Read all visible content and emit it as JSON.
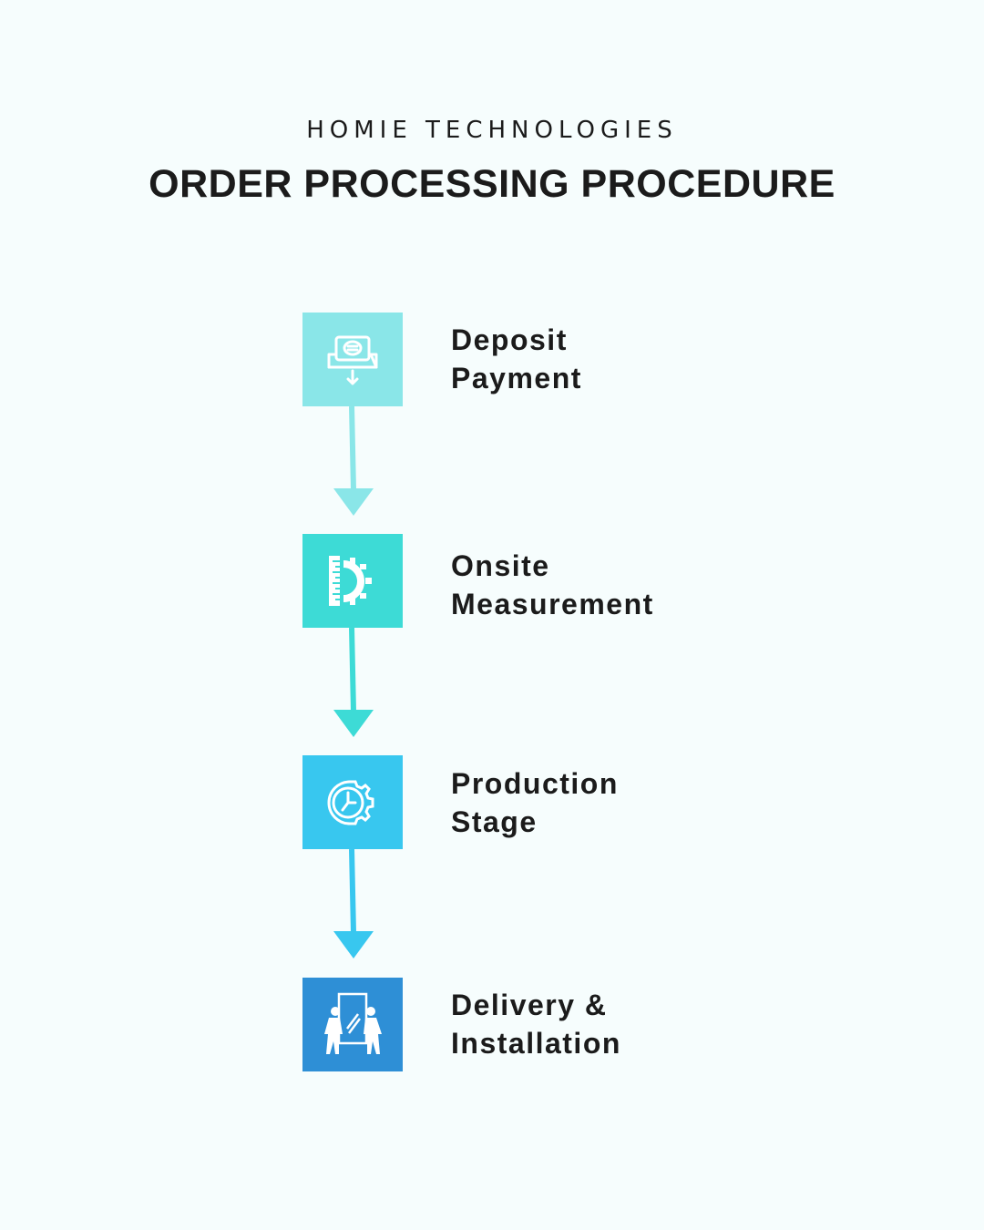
{
  "header": {
    "company": "HOMIE TECHNOLOGIES",
    "title": "ORDER PROCESSING PROCEDURE"
  },
  "steps": [
    {
      "line1": "Deposit",
      "line2": "Payment",
      "color": "#8ae6e8",
      "icon": "money-deposit-icon"
    },
    {
      "line1": "Onsite",
      "line2": "Measurement",
      "color": "#3ddbd6",
      "icon": "ruler-gear-icon"
    },
    {
      "line1": "Production",
      "line2": "Stage",
      "color": "#38c7ef",
      "icon": "gear-clock-icon"
    },
    {
      "line1": "Delivery &",
      "line2": "Installation",
      "color": "#2e8fd6",
      "icon": "movers-glass-icon"
    }
  ],
  "arrows": [
    {
      "color": "#8ae6e8"
    },
    {
      "color": "#3ddbd6"
    },
    {
      "color": "#38c7ef"
    }
  ]
}
